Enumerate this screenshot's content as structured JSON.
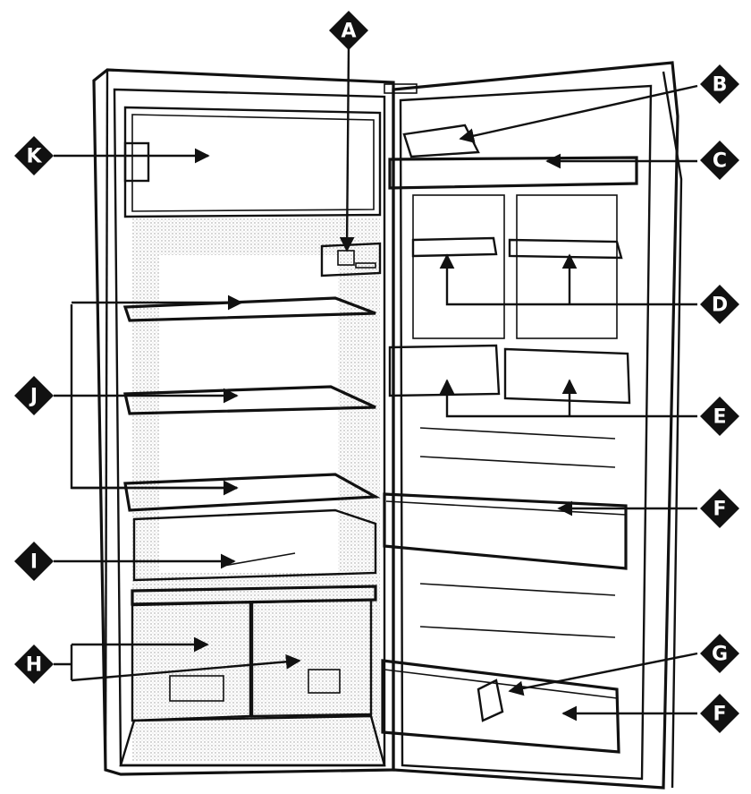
{
  "labels": {
    "A": "A",
    "B": "B",
    "C": "C",
    "D": "D",
    "E": "E",
    "F": "F",
    "G": "G",
    "H": "H",
    "I": "I",
    "J": "J",
    "K": "K"
  },
  "colors": {
    "ink": "#111111",
    "stipple": "#cfcfcf",
    "background": "#ffffff"
  }
}
